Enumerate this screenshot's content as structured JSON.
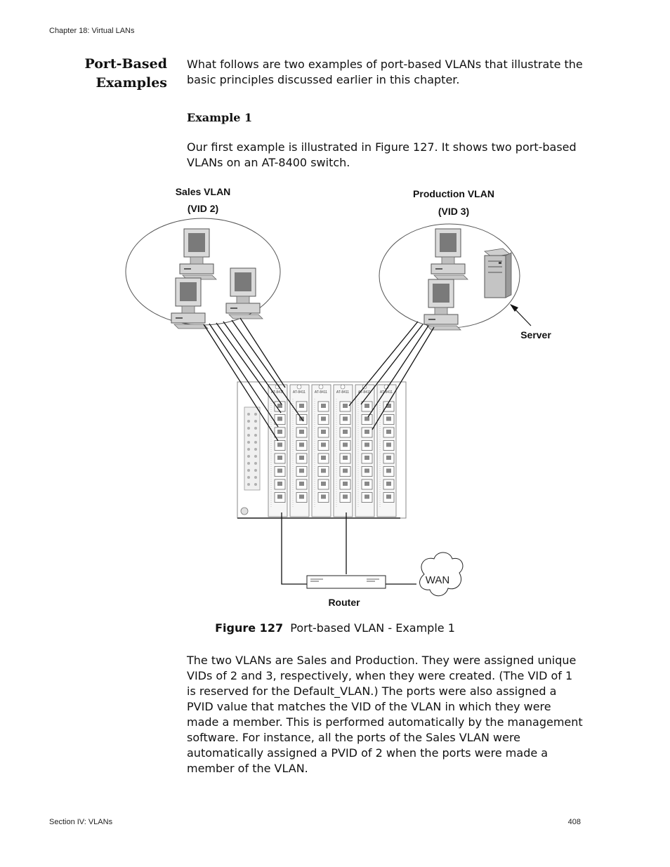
{
  "header": {
    "running_head": "Chapter 18: Virtual LANs"
  },
  "section": {
    "heading_line1": "Port-Based",
    "heading_line2": "Examples",
    "intro": "What follows are two examples of port-based VLANs that illustrate the basic principles discussed earlier in this chapter."
  },
  "example": {
    "heading": "Example 1",
    "text": "Our first example is illustrated in Figure 127. It shows two port-based VLANs on an AT-8400 switch."
  },
  "figure": {
    "sales_vlan": "Sales VLAN",
    "sales_vid": "(VID 2)",
    "production_vlan": "Production VLAN",
    "production_vid": "(VID 3)",
    "server": "Server",
    "router": "Router",
    "wan": "WAN",
    "module_label": "AT-8411",
    "caption_number": "Figure 127",
    "caption_text": "Port-based VLAN - Example 1"
  },
  "closing": {
    "text": "The two VLANs are Sales and Production. They were assigned unique VIDs of 2 and 3, respectively, when they were created. (The VID of 1 is reserved for the Default_VLAN.) The ports were also assigned a PVID value that matches the VID of the VLAN in which they were made a member. This is performed automatically by the management software. For instance, all the ports of the Sales VLAN were automatically assigned a PVID of 2 when the ports were made a member of the VLAN."
  },
  "footer": {
    "section": "Section IV: VLANs",
    "page_number": "408"
  }
}
